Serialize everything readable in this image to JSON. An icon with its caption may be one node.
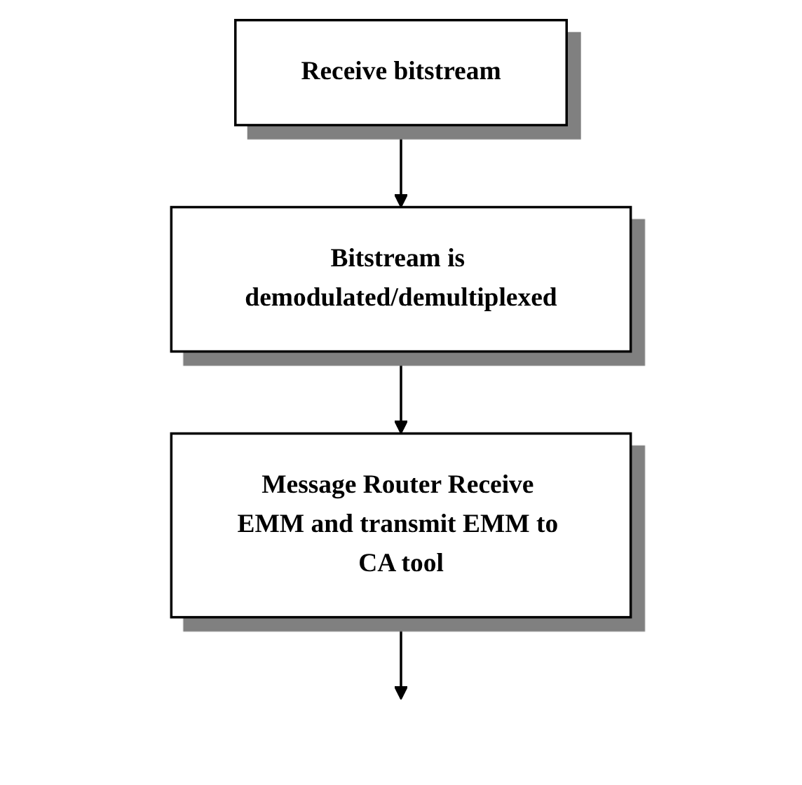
{
  "diagram": {
    "nodes": [
      {
        "text": [
          "Receive bitstream"
        ]
      },
      {
        "text": [
          "Bitstream is demodulated/demultiplexed"
        ]
      },
      {
        "text": [
          "Message Router Receive EMM and transmit EMM to CA tool"
        ]
      }
    ],
    "edges": [
      {
        "from": 0,
        "to": 1,
        "arrow": "to"
      },
      {
        "from": 1,
        "to": 2,
        "arrow": "to"
      },
      {
        "from": 2,
        "to": null,
        "arrow": "to"
      }
    ]
  }
}
